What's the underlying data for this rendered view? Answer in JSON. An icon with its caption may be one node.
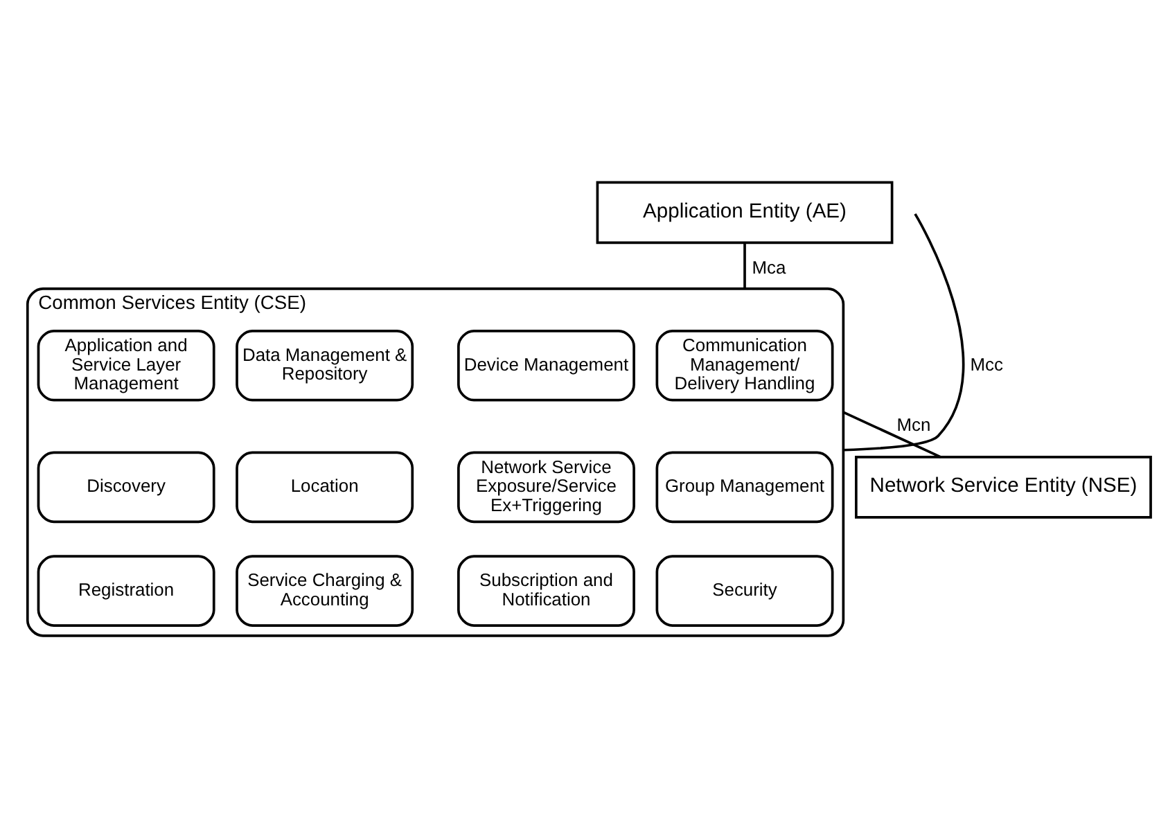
{
  "diagram": {
    "nodes": [
      {
        "text": [
          "Application Entity (AE)"
        ]
      },
      {
        "text": [
          "Common Services Entity (CSE)"
        ]
      },
      {
        "text": [
          "Application and Service Layer Management"
        ],
        "in": 1
      },
      {
        "text": [
          "Communication Management/ Delivery Handling"
        ],
        "in": 1
      },
      {
        "text": [
          "Data Management & Repository"
        ],
        "in": 1
      },
      {
        "text": [
          "Device Management"
        ],
        "in": 1
      },
      {
        "text": [
          "Discovery"
        ],
        "in": 1
      },
      {
        "text": [
          "Group Management"
        ],
        "in": 1
      },
      {
        "text": [
          "Location"
        ],
        "in": 1
      },
      {
        "text": [
          "Network Service Exposure/Service Ex+Triggering"
        ],
        "in": 1
      },
      {
        "text": [
          "Registration"
        ],
        "in": 1
      },
      {
        "text": [
          "Security"
        ],
        "in": 1
      },
      {
        "text": [
          "Service Charging & Accounting"
        ],
        "in": 1
      },
      {
        "text": [
          "Subscription and Notification"
        ],
        "in": 1
      },
      {
        "text": [
          "Network Service Entity (NSE)"
        ]
      }
    ],
    "edges": [
      {
        "from": 0,
        "to": 1,
        "arrow": "none",
        "label": "Mca"
      },
      {
        "from": 1,
        "to": null,
        "arrow": "none",
        "label": "Mcc"
      },
      {
        "from": 1,
        "to": 14,
        "arrow": "none",
        "label": "Mcn"
      }
    ]
  }
}
